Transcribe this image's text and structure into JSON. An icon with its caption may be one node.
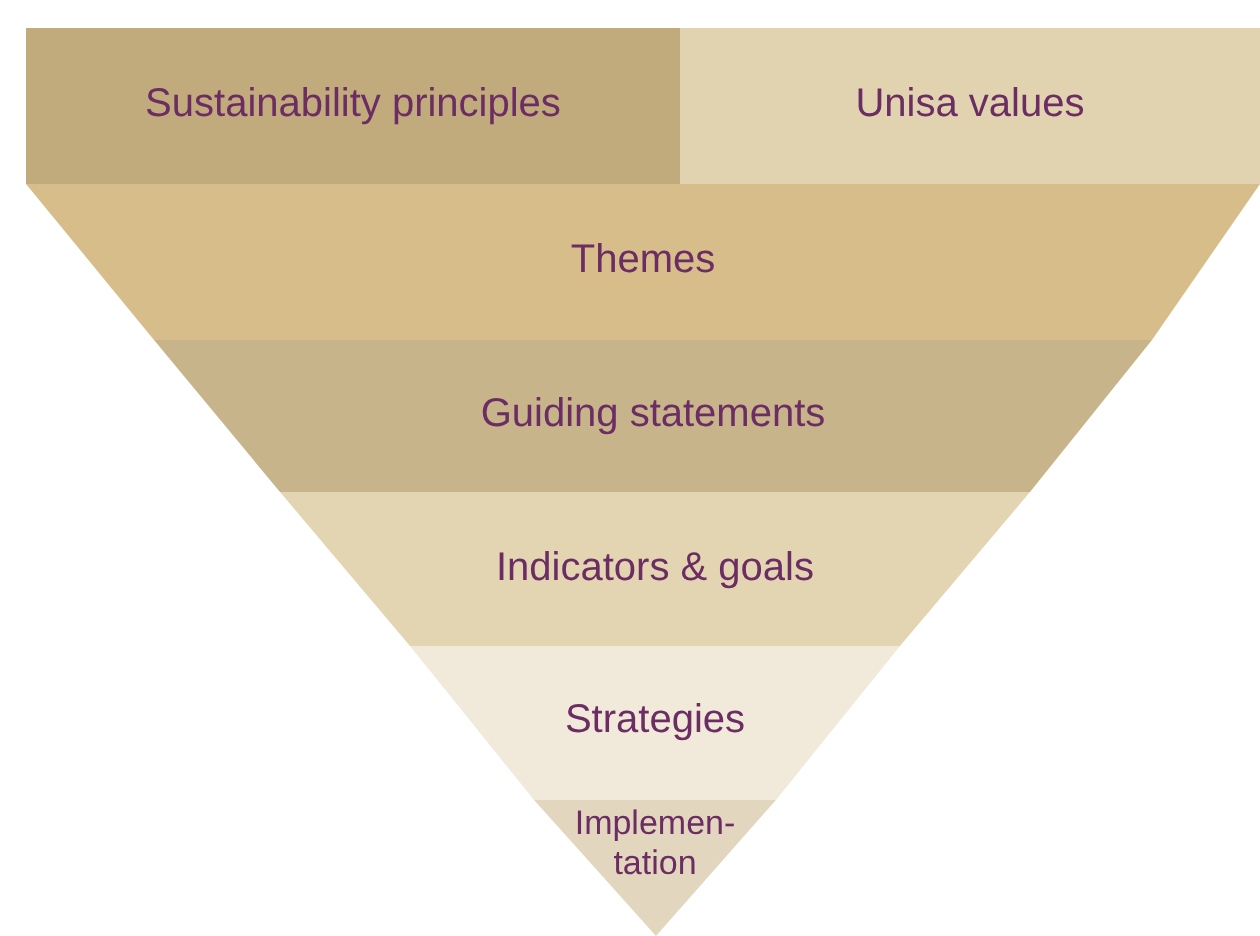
{
  "diagram": {
    "nodes": [
      {
        "text": [
          "Sustainability principles"
        ]
      },
      {
        "text": [
          "Unisa values"
        ]
      },
      {
        "text": [
          "Themes"
        ]
      },
      {
        "text": [
          "Guiding statements"
        ]
      },
      {
        "text": [
          "Indicators & goals"
        ]
      },
      {
        "text": [
          "Strategies"
        ]
      },
      {
        "text": [
          "Implemen- tation"
        ]
      }
    ]
  }
}
